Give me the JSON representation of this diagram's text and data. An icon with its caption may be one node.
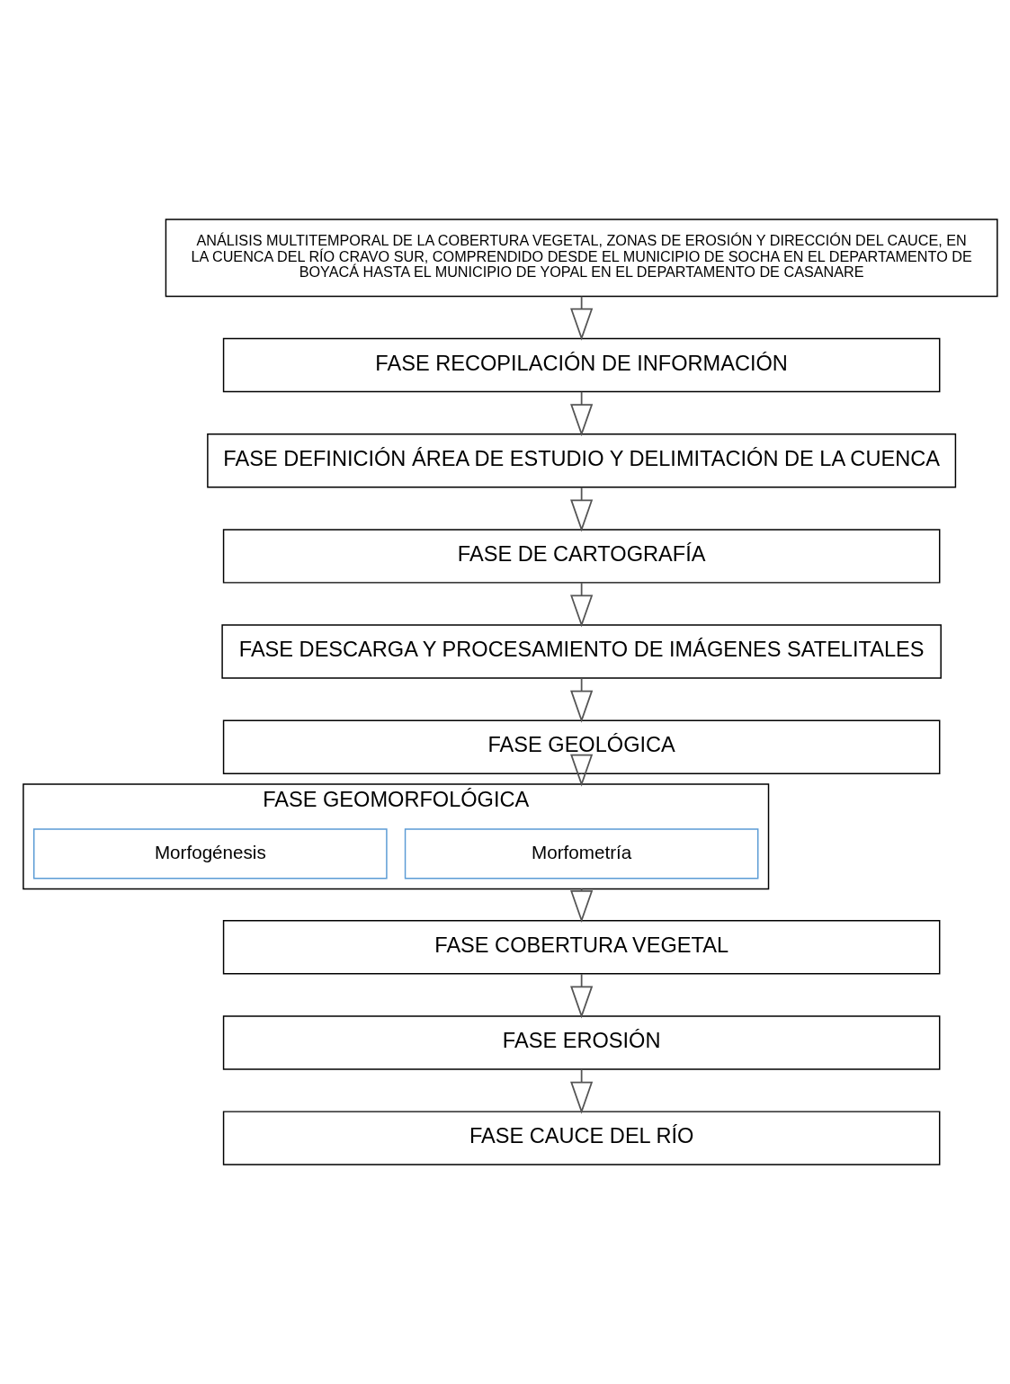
{
  "diagram": {
    "nodes": [
      {
        "text": [
          "ANÁLISIS MULTITEMPORAL DE LA COBERTURA VEGETAL, ZONAS DE EROSIÓN Y DIRECCIÓN DEL CAUCE, EN LA CUENCA DEL RÍO CRAVO SUR, COMPRENDIDO DESDE EL MUNICIPIO DE SOCHA EN EL DEPARTAMENTO DE BOYACÁ HASTA EL MUNICIPIO DE YOPAL EN EL DEPARTAMENTO DE CASANARE"
        ]
      },
      {
        "text": [
          "FASE RECOPILACIÓN DE INFORMACIÓN"
        ]
      },
      {
        "text": [
          "FASE DEFINICIÓN ÁREA DE ESTUDIO Y DELIMITACIÓN DE LA CUENCA"
        ]
      },
      {
        "text": [
          "FASE DE CARTOGRAFÍA"
        ]
      },
      {
        "text": [
          "FASE DESCARGA Y PROCESAMIENTO DE IMÁGENES SATELITALES"
        ]
      },
      {
        "text": [
          "FASE GEOLÓGICA"
        ]
      },
      {
        "text": [
          "FASE GEOMORFOLÓGICA"
        ]
      },
      {
        "text": [
          "Morfometría"
        ],
        "in": 6
      },
      {
        "text": [
          "Morfogénesis"
        ],
        "in": 6
      },
      {
        "text": [
          "FASE COBERTURA VEGETAL"
        ]
      },
      {
        "text": [
          "FASE EROSIÓN"
        ]
      },
      {
        "text": [
          "FASE CAUCE DEL RÍO"
        ]
      }
    ],
    "edges": [
      {
        "from": 0,
        "to": 1,
        "arrow": "to"
      },
      {
        "from": 1,
        "to": 2,
        "arrow": "to"
      },
      {
        "from": 2,
        "to": 3,
        "arrow": "to"
      },
      {
        "from": 3,
        "to": 4,
        "arrow": "to"
      },
      {
        "from": 4,
        "to": 5,
        "arrow": "to"
      },
      {
        "from": 5,
        "to": 6,
        "arrow": "to"
      },
      {
        "from": 6,
        "to": 9,
        "arrow": "to"
      },
      {
        "from": 9,
        "to": 10,
        "arrow": "to"
      },
      {
        "from": 10,
        "to": 11,
        "arrow": "to"
      }
    ]
  }
}
